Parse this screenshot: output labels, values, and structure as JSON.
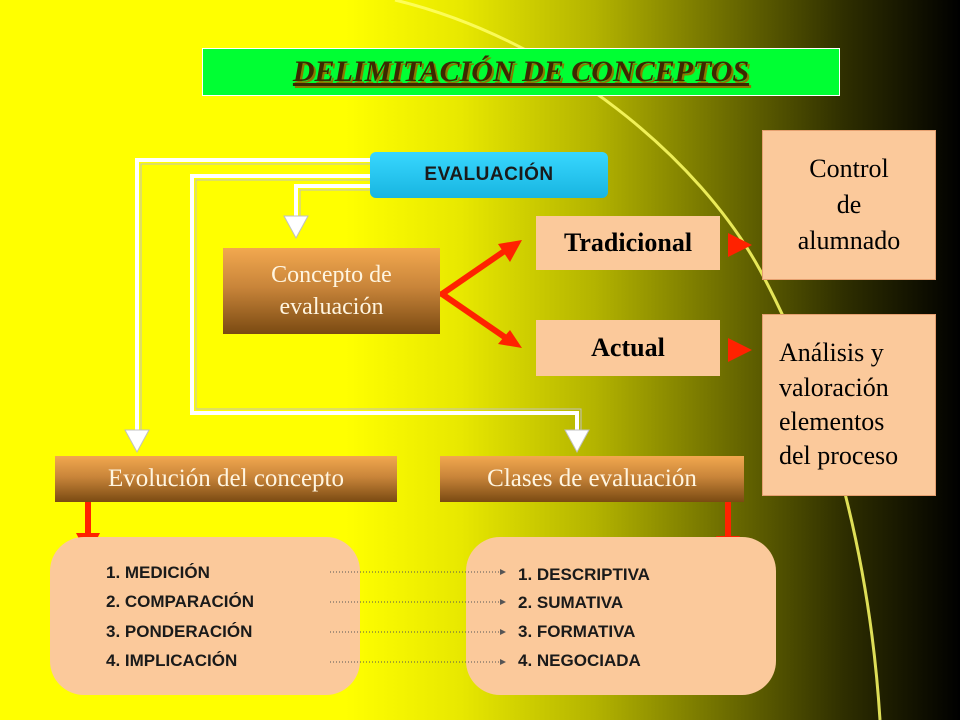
{
  "title": "DELIMITACIÓN DE CONCEPTOS",
  "nodes": {
    "evaluacion": "EVALUACIÓN",
    "concepto_line1": "Concepto de",
    "concepto_line2": "evaluación",
    "tradicional": "Tradicional",
    "actual": "Actual",
    "control_line1": "Control",
    "control_line2": "de",
    "control_line3": "alumnado",
    "analisis_line1": "Análisis y",
    "analisis_line2": "valoración",
    "analisis_line3": "elementos",
    "analisis_line4": "del proceso",
    "evolucion": "Evolución del concepto",
    "clases": "Clases de evaluación"
  },
  "evolution_list": [
    "1. MEDICIÓN",
    "2. COMPARACIÓN",
    "3. PONDERACIÓN",
    "4. IMPLICACIÓN"
  ],
  "classes_list": [
    "1. DESCRIPTIVA",
    "2. SUMATIVA",
    "3. FORMATIVA",
    "4. NEGOCIADA"
  ],
  "colors": {
    "title_bg": "#00ff33",
    "evaluacion_bg": "#27c6f0",
    "peach": "#fbc99b",
    "arrow_red": "#ff2200",
    "connector_white": "#ffffff"
  }
}
